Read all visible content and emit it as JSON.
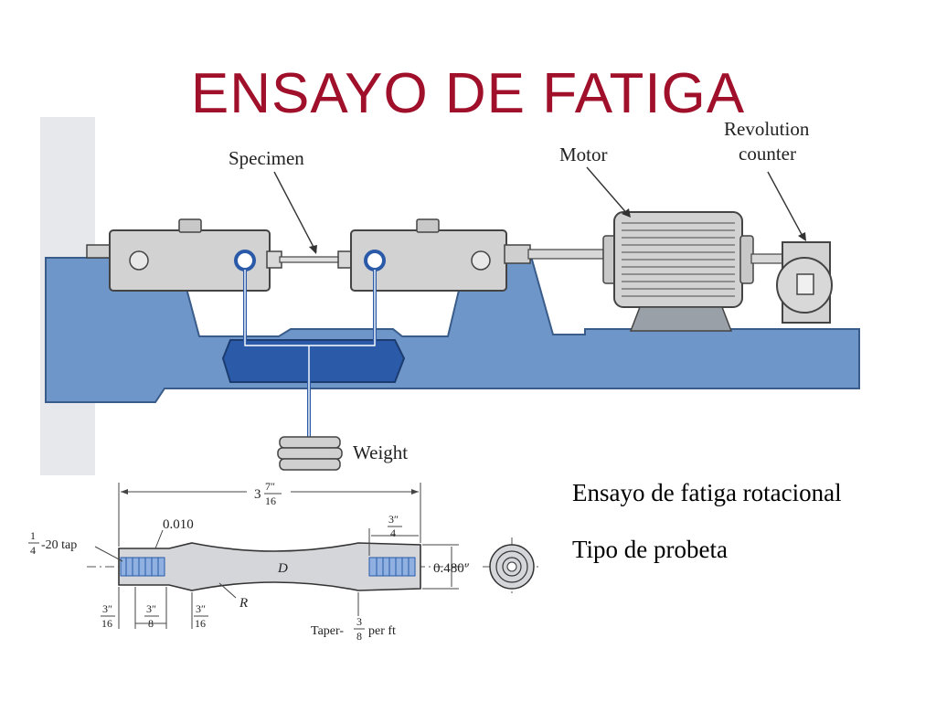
{
  "slide": {
    "title": "ENSAYO DE FATIGA",
    "captions": [
      "Ensayo de fatiga rotacional",
      "Tipo de probeta"
    ]
  },
  "machine": {
    "labels": {
      "specimen": "Specimen",
      "motor": "Motor",
      "revolution_counter_line1": "Revolution",
      "revolution_counter_line2": "counter",
      "weight": "Weight"
    }
  },
  "specimen_drawing": {
    "overall_length_whole": "3",
    "overall_length_num": "7″",
    "overall_length_den": "16",
    "radius_offset": "0.010",
    "tap_num": "1",
    "tap_den": "4",
    "tap_rest": "-20 tap",
    "end_len_num": "3″",
    "end_len_den": "4",
    "diameter": "0.480″",
    "d_label": "D",
    "r_label": "R",
    "dim1_num": "3″",
    "dim1_den": "16",
    "dim2_num": "3″",
    "dim2_den": "8",
    "dim3_num": "3″",
    "dim3_den": "16",
    "taper_pre": "Taper-",
    "taper_num": "3",
    "taper_den": "8",
    "taper_post": "per ft"
  },
  "colors": {
    "title": "#a0102a",
    "base_blue": "#6e96c8",
    "base_edge": "#3a5c8a",
    "dark_blue": "#2a5aa8",
    "metal": "#d2d2d2"
  }
}
